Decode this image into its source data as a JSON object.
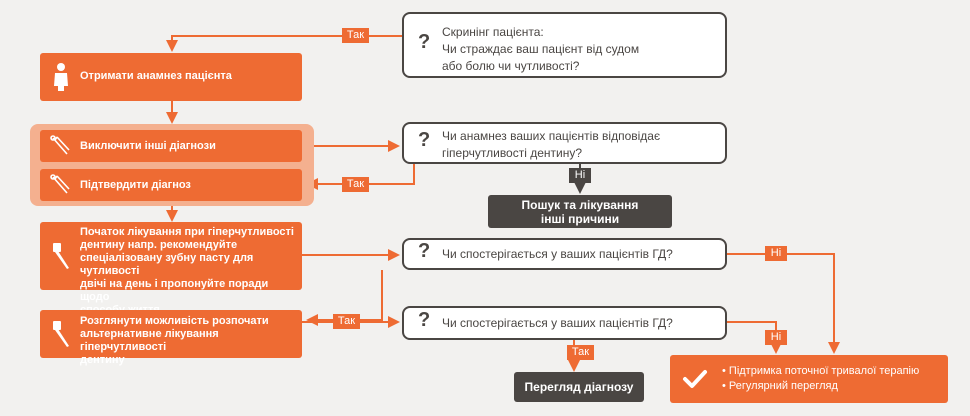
{
  "questions": {
    "q1": [
      "Скринінг пацієнта:",
      "Чи страждає ваш пацієнт від судом",
      "або болю чи чутливості?"
    ],
    "q2": [
      "Чи анамнез ваших пацієнтів відповідає",
      "гіперчутливості дентину?"
    ],
    "q3": "Чи спостерігається у ваших пацієнтів ГД?",
    "q4": "Чи спостерігається у ваших пацієнтів ГД?",
    "mark": "?"
  },
  "actions": {
    "anamnesis": "Отримати анамнез пацієнта",
    "exclude": "Виключити інші діагнози",
    "confirm": "Підтвердити діагноз",
    "start_treatment": [
      "Початок лікування при гіперчутливості",
      "дентину напр.  рекомендуйте",
      "спеціалізовану зубну пасту для чутливості",
      "двічі на день і пропонуйте поради щодо",
      "способу життя"
    ],
    "alternative": [
      "Розглянути можливість розпочати",
      "альтернативне лікування гіперчутливості",
      "дентину"
    ]
  },
  "outcomes": {
    "other_causes": [
      "Пошук та лікування",
      "інші причини"
    ],
    "review": "Перегляд діагнозу",
    "support": [
      "• Підтримка поточної тривалої терапію",
      "• Регулярний перегляд"
    ]
  },
  "labels": {
    "yes": "Так",
    "no": "Ні"
  },
  "icons": [
    "person-icon",
    "dental-tools-icon",
    "toothbrush-icon",
    "checkmark-icon"
  ],
  "colors": {
    "accent": "#ee6b33",
    "accent_light": "#f4b08f",
    "dark": "#4a4643",
    "background": "#f2f1ef"
  }
}
